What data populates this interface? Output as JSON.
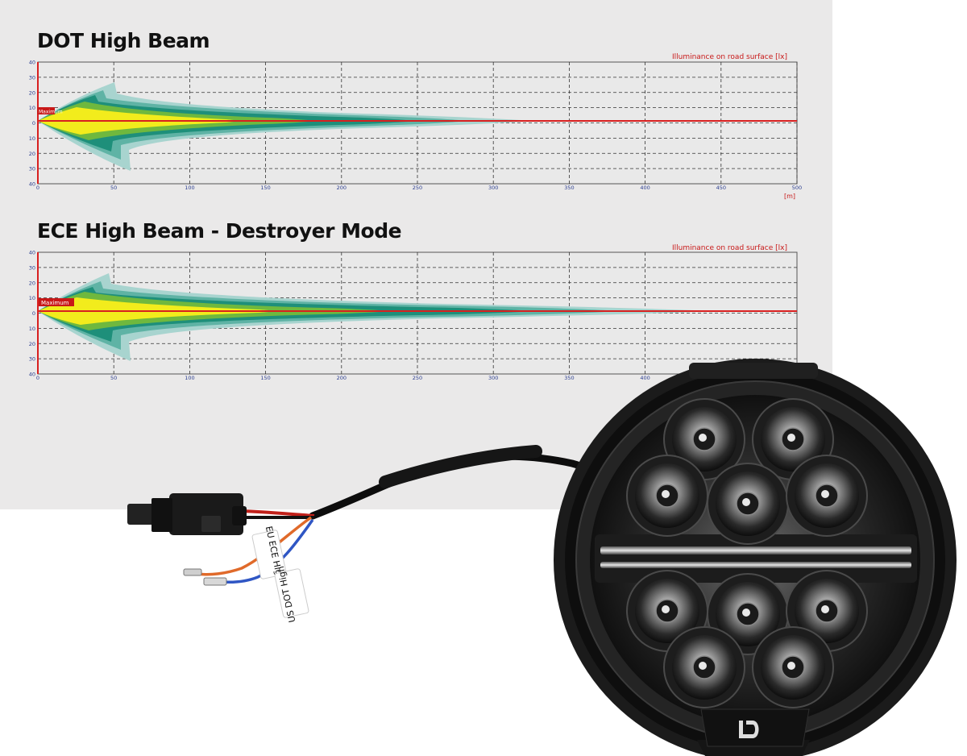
{
  "charts": [
    {
      "heading": "DOT High Beam",
      "legend_label": "Illuminance on road surface [lx]",
      "marker_label": "Maximum",
      "x_unit_label": "[m]",
      "x_ticks": [
        "0",
        "50",
        "100",
        "150",
        "200",
        "250",
        "300",
        "350",
        "400",
        "450",
        "500"
      ],
      "y_ticks": [
        "40",
        "30",
        "20",
        "10",
        "0",
        "10",
        "20",
        "30",
        "40"
      ],
      "beam_reach_m": 325
    },
    {
      "heading": "ECE High Beam - Destroyer Mode",
      "legend_label": "Illuminance on road surface [lx]",
      "marker_label": "Maximum",
      "x_unit_label": "",
      "x_ticks": [
        "0",
        "50",
        "100",
        "150",
        "200",
        "250",
        "300",
        "350",
        "400"
      ],
      "y_ticks": [
        "40",
        "30",
        "20",
        "10",
        "0",
        "10",
        "20",
        "30",
        "40"
      ],
      "beam_reach_m": 440
    }
  ],
  "harness": {
    "tag_ece": "EU ECE High",
    "tag_dot": "US DOT High"
  },
  "logo_lettering": "LD",
  "colors": {
    "panel": "#eae9e9",
    "beam_core": "#f2ec1c",
    "beam_mid": "#1e8f7a",
    "beam_outer": "#9fcfc8",
    "axis_red": "#d82020",
    "tick_blue": "#2a3d8f"
  }
}
